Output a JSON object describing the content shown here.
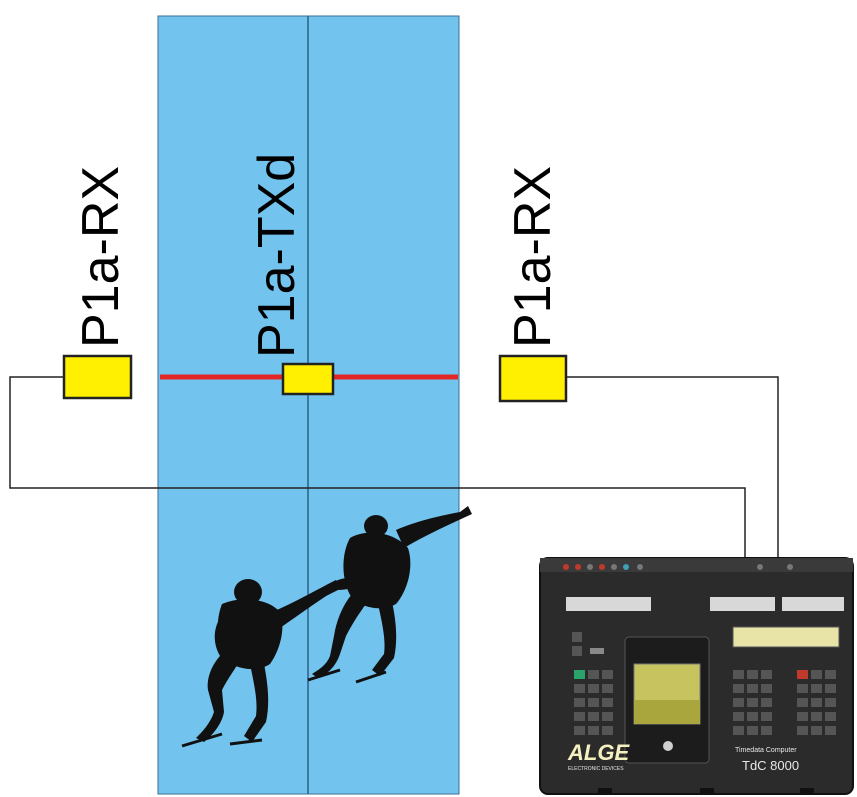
{
  "labels": {
    "left_receiver": "P1a-RX",
    "center_transmitter": "P1a-TXd",
    "right_receiver": "P1a-RX"
  },
  "device": {
    "brand": "ALGE",
    "brand_sub": "ELECTRONIC DEVICES",
    "model_caption": "Timedata Computer",
    "model": "TdC 8000"
  },
  "colors": {
    "track": "#72c4ee",
    "beam": "#e32626",
    "photocell": "#ffef00",
    "device_body": "#2b2b2b"
  }
}
